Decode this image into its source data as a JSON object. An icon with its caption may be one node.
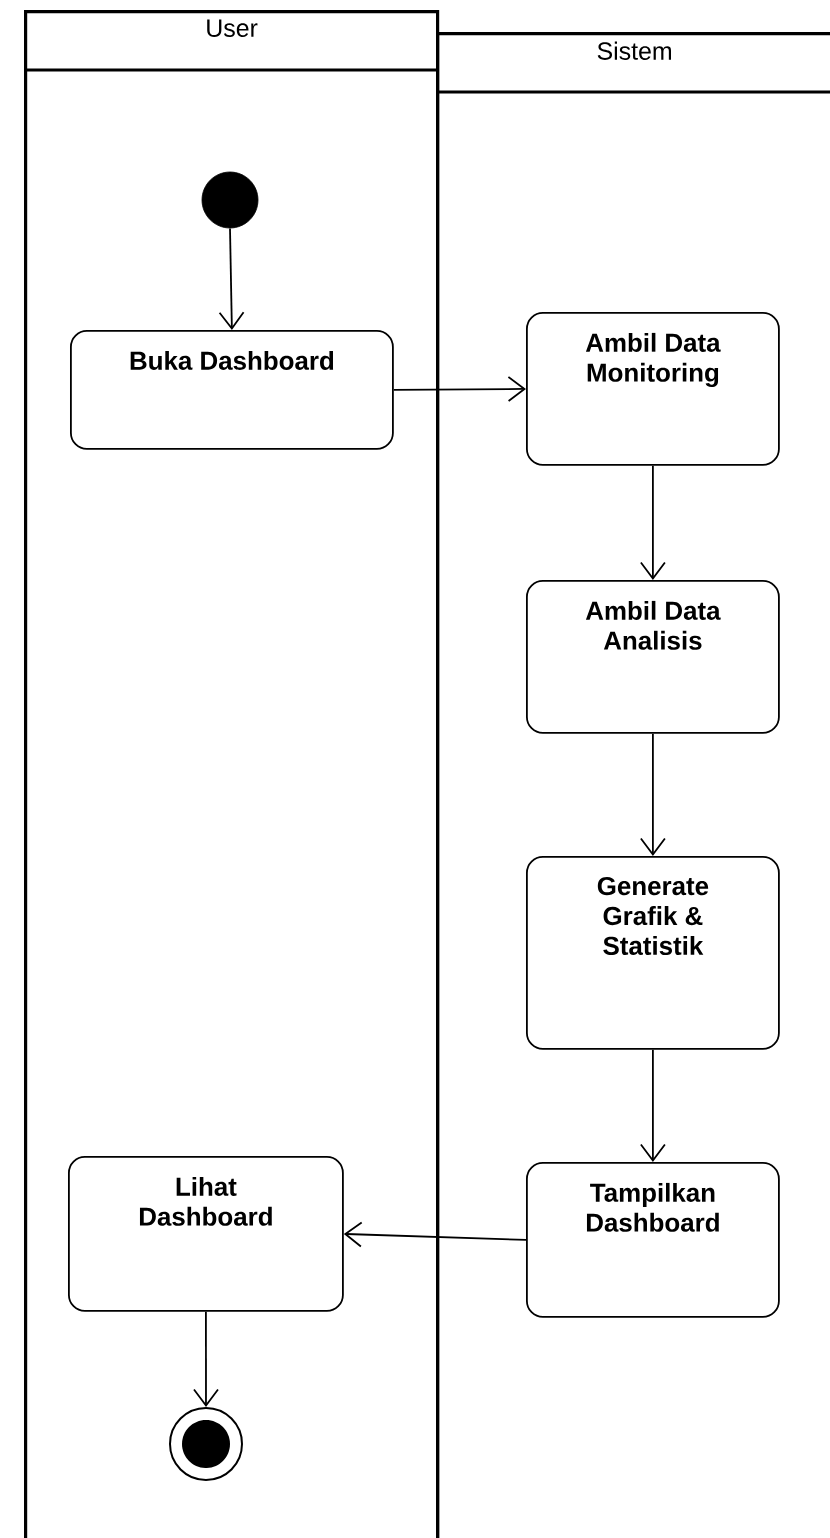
{
  "diagram": {
    "nodes": [
      {
        "text": [
          "User"
        ]
      },
      {
        "text": [
          "Sistem"
        ]
      },
      {
        "text": [],
        "shape": "circle",
        "in": 0
      },
      {
        "text": [
          "Buka Dashboard"
        ],
        "in": 0
      },
      {
        "text": [
          "Ambil Data Monitoring"
        ],
        "in": 1
      },
      {
        "text": [
          "Ambil Data Analisis"
        ],
        "in": 1
      },
      {
        "text": [
          "Generate Grafik & Statistik"
        ],
        "in": 1
      },
      {
        "text": [
          "Tampilkan Dashboard"
        ],
        "in": 1
      },
      {
        "text": [
          "Lihat Dashboard"
        ],
        "in": 0
      },
      {
        "text": [],
        "shape": "circle",
        "in": 0
      }
    ],
    "edges": [
      {
        "from": 2,
        "to": 3,
        "arrow": "to"
      },
      {
        "from": 3,
        "to": 4,
        "arrow": "to"
      },
      {
        "from": 4,
        "to": 5,
        "arrow": "to"
      },
      {
        "from": 5,
        "to": 6,
        "arrow": "to"
      },
      {
        "from": 6,
        "to": 7,
        "arrow": "to"
      },
      {
        "from": 7,
        "to": 8,
        "arrow": "to"
      },
      {
        "from": 8,
        "to": 9,
        "arrow": "to"
      }
    ]
  }
}
